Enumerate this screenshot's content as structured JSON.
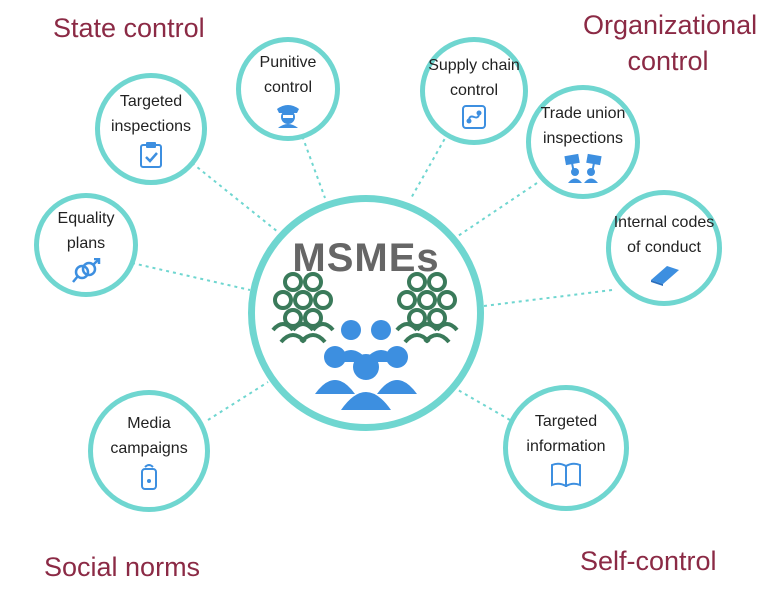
{
  "center": {
    "title": "MSMEs"
  },
  "corners": {
    "top_left": "State control",
    "top_right": "Organizational\ncontrol",
    "bottom_left": "Social norms",
    "bottom_right": "Self-control"
  },
  "nodes": {
    "targeted_inspections": {
      "label": "Targeted\ninspections",
      "icon": "clipboard-check-icon"
    },
    "punitive_control": {
      "label": "Punitive\ncontrol",
      "icon": "police-officer-icon"
    },
    "supply_chain_control": {
      "label": "Supply chain\ncontrol",
      "icon": "supply-chain-route-icon"
    },
    "trade_union_inspections": {
      "label": "Trade union\ninspections",
      "icon": "protest-signs-icon"
    },
    "equality_plans": {
      "label": "Equality\nplans",
      "icon": "gender-symbols-icon"
    },
    "internal_codes": {
      "label": "Internal codes\nof conduct",
      "icon": "book-icon"
    },
    "media_campaigns": {
      "label": "Media\ncampaigns",
      "icon": "mobile-broadcast-icon"
    },
    "targeted_information": {
      "label": "Targeted\ninformation",
      "icon": "open-book-icon"
    }
  },
  "colors": {
    "ring": "#6fd6d0",
    "corner_text": "#8b2a45",
    "icon_blue": "#3d8fe0",
    "people_green": "#3a7a5a",
    "people_blue": "#3d8fe0"
  }
}
